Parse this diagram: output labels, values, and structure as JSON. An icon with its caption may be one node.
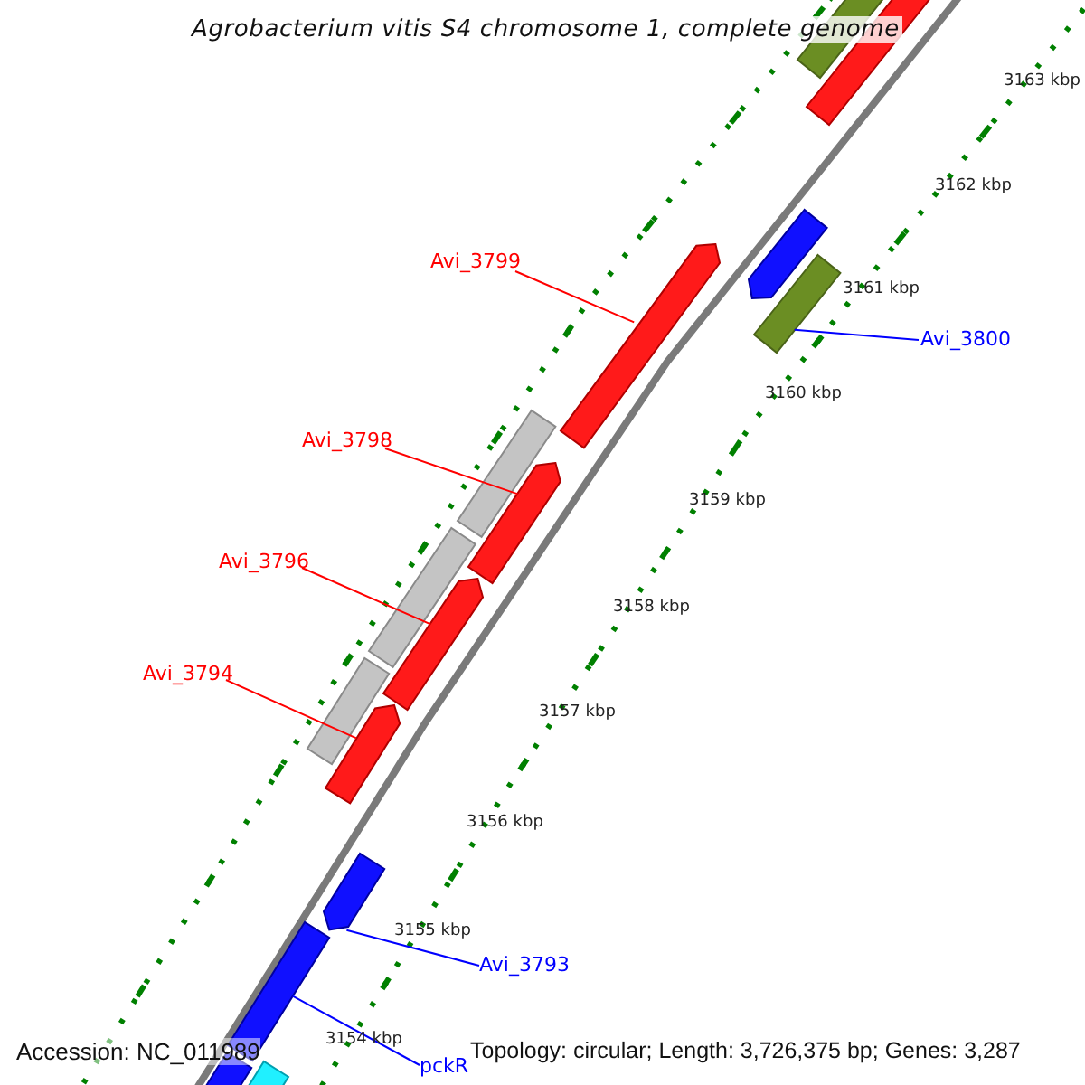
{
  "diagram": {
    "title": "Agrobacterium vitis S4 chromosome 1, complete genome",
    "nodes": [
      {
        "text": [
          "Avi_3799"
        ]
      },
      {
        "text": [],
        "shape": "bar"
      },
      {
        "text": [
          "Avi_3800"
        ]
      },
      {
        "text": [],
        "shape": "bar"
      },
      {
        "text": [
          "Avi_3798"
        ]
      },
      {
        "text": [],
        "shape": "bar"
      },
      {
        "text": [
          "Avi_3796"
        ]
      },
      {
        "text": [],
        "shape": "bar"
      },
      {
        "text": [
          "Avi_3794"
        ]
      },
      {
        "text": [],
        "shape": "bar"
      },
      {
        "text": [
          "Avi_3793"
        ]
      },
      {
        "text": [],
        "shape": "bar"
      },
      {
        "text": [
          "pckR"
        ]
      },
      {
        "text": [],
        "shape": "bar"
      },
      {
        "text": [],
        "shape": "bar"
      },
      {
        "text": [],
        "shape": "bar"
      },
      {
        "text": [],
        "shape": "bar"
      },
      {
        "text": [],
        "shape": "bar"
      },
      {
        "text": [],
        "shape": "bar"
      },
      {
        "text": [],
        "shape": "bar"
      },
      {
        "text": [],
        "shape": "bar"
      },
      {
        "text": [],
        "shape": "bar"
      }
    ],
    "edges": [
      {
        "from": 0,
        "to": 1,
        "arrow": "none",
        "color": "#ff0000"
      },
      {
        "from": 2,
        "to": 3,
        "arrow": "none",
        "color": "#0000ff"
      },
      {
        "from": 4,
        "to": 5,
        "arrow": "none",
        "color": "#ff0000"
      },
      {
        "from": 6,
        "to": 7,
        "arrow": "none",
        "color": "#ff0000"
      },
      {
        "from": 8,
        "to": 9,
        "arrow": "none",
        "color": "#ff0000"
      },
      {
        "from": 10,
        "to": 11,
        "arrow": "none",
        "color": "#0000ff"
      },
      {
        "from": 12,
        "to": 13,
        "arrow": "none",
        "color": "#0000ff"
      }
    ],
    "labels": [
      "3163 kbp",
      "3162 kbp",
      "3161 kbp",
      "3160 kbp",
      "3159 kbp",
      "3158 kbp",
      "3157 kbp",
      "3156 kbp",
      "3155 kbp",
      "3154 kbp",
      "Accession: NC_011989",
      "Topology: circular; Length: 3,726,375 bp; Genes: 3,287"
    ]
  }
}
